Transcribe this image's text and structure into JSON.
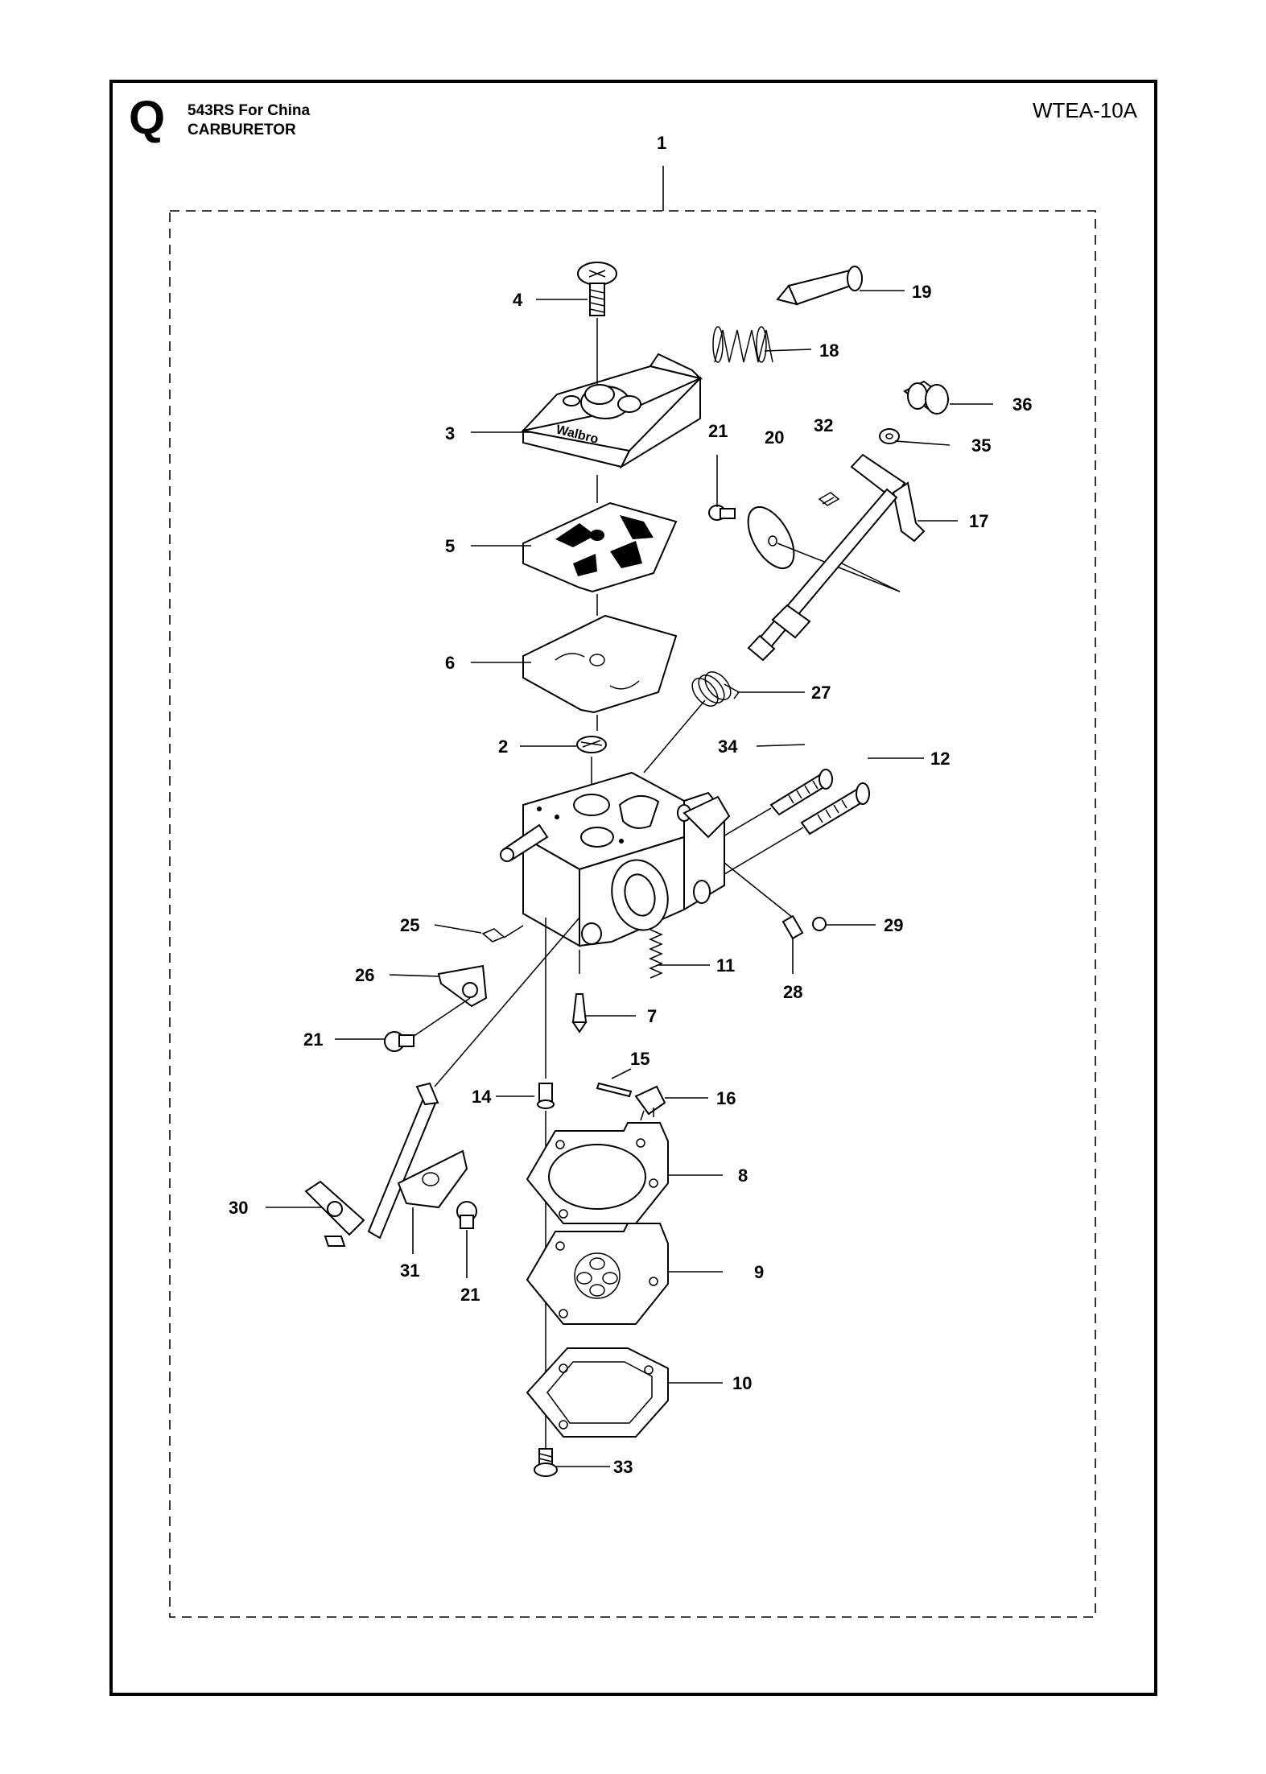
{
  "header": {
    "section_letter": "Q",
    "model": "543RS   For China",
    "group_name": "CARBURETOR",
    "drawing_code": "WTEA-10A"
  },
  "part_labels": [
    {
      "id": "p1",
      "text": "1"
    },
    {
      "id": "p4",
      "text": "4"
    },
    {
      "id": "p19",
      "text": "19"
    },
    {
      "id": "p18",
      "text": "18"
    },
    {
      "id": "p36",
      "text": "36"
    },
    {
      "id": "p3",
      "text": "3"
    },
    {
      "id": "p21a",
      "text": "21"
    },
    {
      "id": "p20",
      "text": "20"
    },
    {
      "id": "p32",
      "text": "32"
    },
    {
      "id": "p35",
      "text": "35"
    },
    {
      "id": "p17",
      "text": "17"
    },
    {
      "id": "p5",
      "text": "5"
    },
    {
      "id": "p6",
      "text": "6"
    },
    {
      "id": "p27",
      "text": "27"
    },
    {
      "id": "p2",
      "text": "2"
    },
    {
      "id": "p34",
      "text": "34"
    },
    {
      "id": "p12",
      "text": "12"
    },
    {
      "id": "p25",
      "text": "25"
    },
    {
      "id": "p29",
      "text": "29"
    },
    {
      "id": "p11",
      "text": "11"
    },
    {
      "id": "p26",
      "text": "26"
    },
    {
      "id": "p28",
      "text": "28"
    },
    {
      "id": "p7",
      "text": "7"
    },
    {
      "id": "p21b",
      "text": "21"
    },
    {
      "id": "p15",
      "text": "15"
    },
    {
      "id": "p14",
      "text": "14"
    },
    {
      "id": "p16",
      "text": "16"
    },
    {
      "id": "p8",
      "text": "8"
    },
    {
      "id": "p30",
      "text": "30"
    },
    {
      "id": "p9",
      "text": "9"
    },
    {
      "id": "p31",
      "text": "31"
    },
    {
      "id": "p21c",
      "text": "21"
    },
    {
      "id": "p10",
      "text": "10"
    },
    {
      "id": "p33",
      "text": "33"
    }
  ],
  "embossed_brand": "Walbro"
}
